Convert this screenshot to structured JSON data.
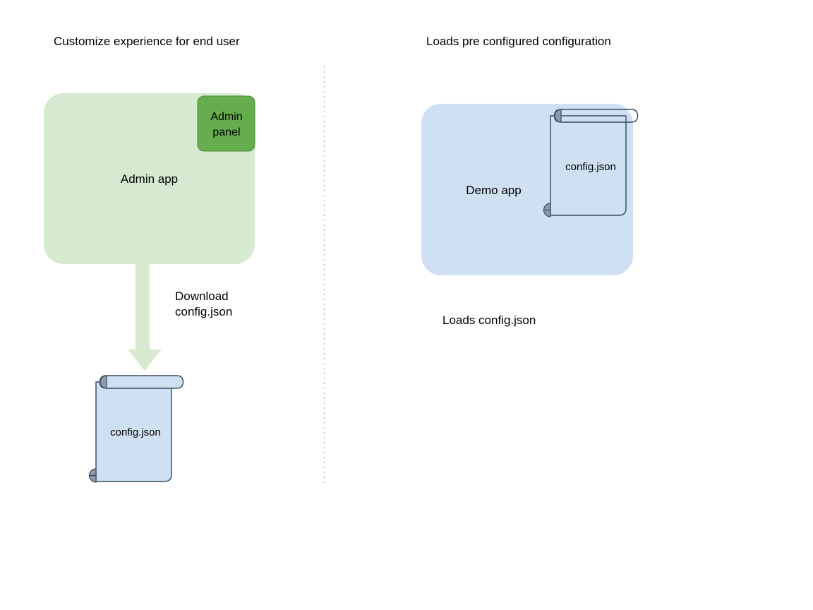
{
  "diagram": {
    "title_left": "Customize experience for end user",
    "title_right": "Loads pre configured configuration",
    "divider": "vertical-dotted-divider"
  },
  "left_flow": {
    "app_box": {
      "label": "Admin app",
      "fill": "#d5ead0"
    },
    "admin_panel": {
      "label_line1": "Admin",
      "label_line2": "panel",
      "fill": "#66ad4d",
      "stroke": "#4e8a39"
    },
    "arrow": {
      "label_line1": "Download",
      "label_line2": "config.json",
      "fill": "#d9e9cf"
    },
    "document": {
      "label": "config.json",
      "fill": "#cfe0f3",
      "stroke": "#3a4a5e",
      "roll_fill": "#8f9aa8"
    }
  },
  "right_flow": {
    "app_box": {
      "label": "Demo app",
      "fill": "#cfe0f3"
    },
    "document": {
      "label": "config.json",
      "fill": "transparent",
      "stroke": "#3a4a5e",
      "roll_fill": "#8f9aa8"
    },
    "note": "Loads config.json"
  }
}
